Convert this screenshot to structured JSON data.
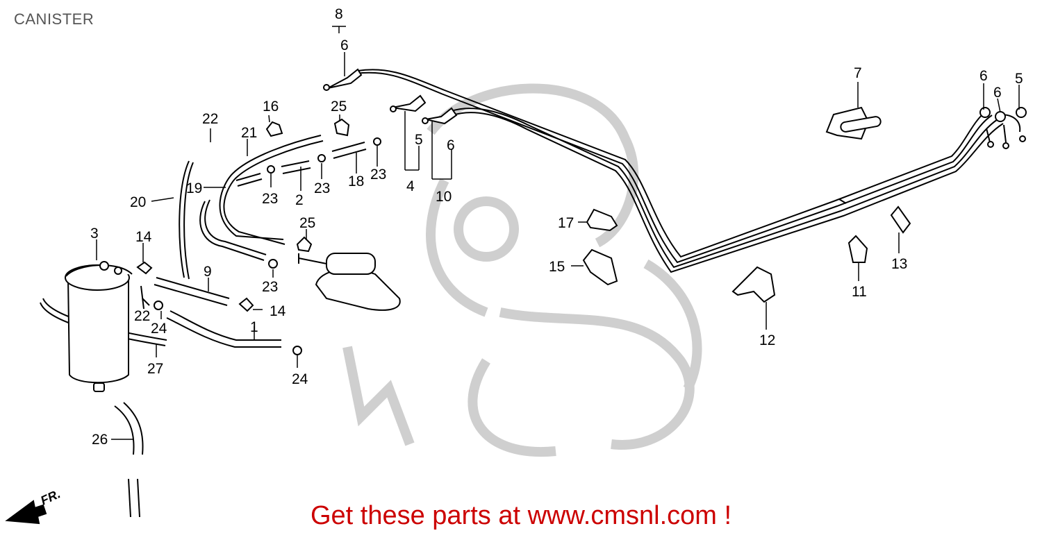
{
  "title": "CANISTER",
  "banner": "Get these parts at www.cmsnl.com !",
  "front_marker": "FR.",
  "callouts": [
    "1",
    "2",
    "3",
    "4",
    "5",
    "5",
    "6",
    "6",
    "6",
    "6",
    "7",
    "8",
    "9",
    "10",
    "11",
    "12",
    "13",
    "14",
    "14",
    "15",
    "16",
    "17",
    "18",
    "19",
    "20",
    "21",
    "22",
    "22",
    "23",
    "23",
    "23",
    "23",
    "24",
    "24",
    "25",
    "25",
    "26",
    "27"
  ],
  "colors": {
    "banner": "#cc0000",
    "title": "#555555",
    "line": "#000000",
    "watermark": "#cfcfcf"
  }
}
